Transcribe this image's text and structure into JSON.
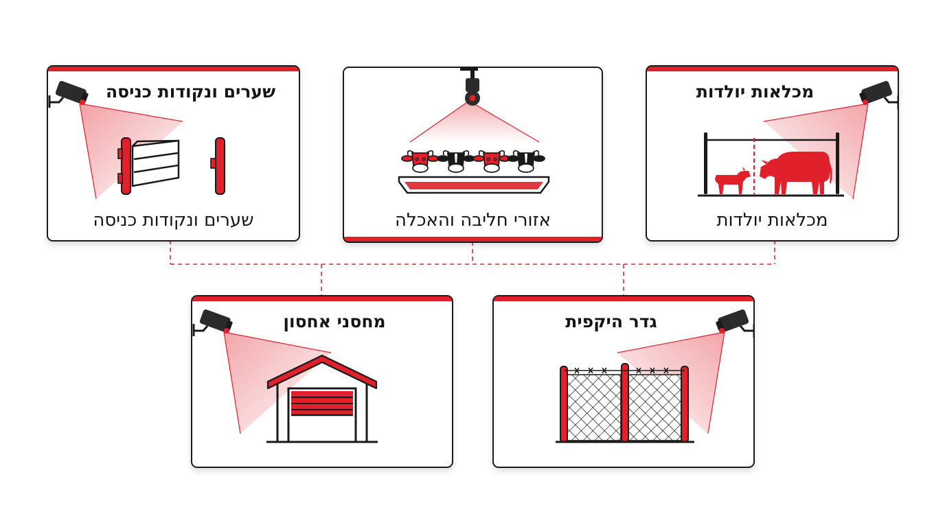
{
  "cards": {
    "gates": {
      "title": "שערים ונקודות כניסה",
      "caption": "שערים ונקודות כניסה",
      "icons": [
        "security-camera-icon",
        "gate-icon"
      ]
    },
    "milking": {
      "caption": "אזורי חליבה והאכלה",
      "icons": [
        "ceiling-camera-icon",
        "cow-head-icon",
        "feeding-trough-icon"
      ]
    },
    "calving": {
      "title": "מכלאות יולדות",
      "caption": "מכלאות יולדות",
      "icons": [
        "security-camera-icon",
        "calf-icon",
        "cow-icon",
        "pen-fence-icon"
      ]
    },
    "storage": {
      "title": "מחסני אחסון",
      "icons": [
        "security-camera-icon",
        "warehouse-icon"
      ]
    },
    "perimeter": {
      "title": "גדר היקפית",
      "icons": [
        "security-camera-icon",
        "chain-link-fence-icon",
        "barbed-wire-icon"
      ]
    }
  },
  "colors": {
    "accent": "#e0202a",
    "outline": "#1a1a1a",
    "background": "#ffffff"
  }
}
